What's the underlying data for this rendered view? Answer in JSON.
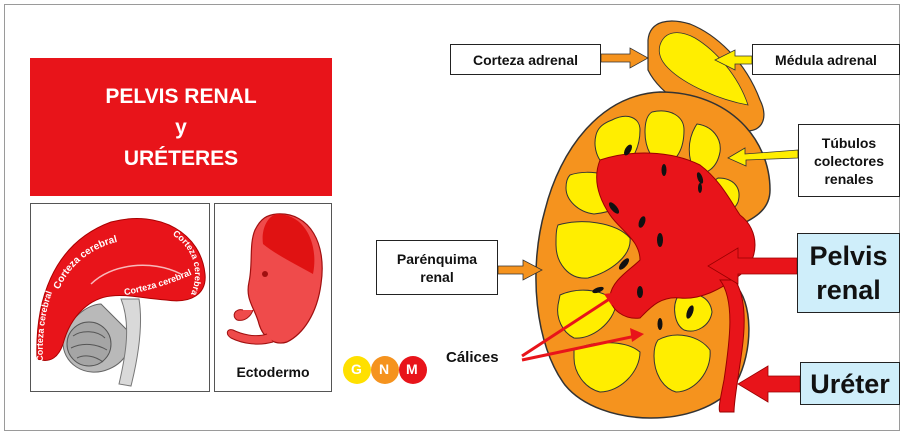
{
  "title": {
    "line1": "PELVIS RENAL",
    "line2": "y",
    "line3": "URÉTERES"
  },
  "brain_panel": {
    "arc_label_1": "Corteza cerebral",
    "arc_label_2": "Corteza cerebral",
    "arc_label_3": "Corteza cerebral",
    "arc_label_4": "Corteza cerebral"
  },
  "embryo_panel": {
    "caption": "Ectodermo"
  },
  "logo": {
    "letters": [
      "G",
      "N",
      "M"
    ]
  },
  "labels": {
    "corteza_adrenal": "Corteza adrenal",
    "medula_adrenal": "Médula adrenal",
    "tubulos_1": "Túbulos",
    "tubulos_2": "colectores",
    "tubulos_3": "renales",
    "parenquima_1": "Parénquima",
    "parenquima_2": "renal",
    "pelvis_1": "Pelvis",
    "pelvis_2": "renal",
    "calices": "Cálices",
    "ureter": "Uréter"
  },
  "colors": {
    "red": "#e8141a",
    "orange": "#f5931e",
    "yellow": "#ffee00",
    "light_blue": "#cfeefa"
  }
}
